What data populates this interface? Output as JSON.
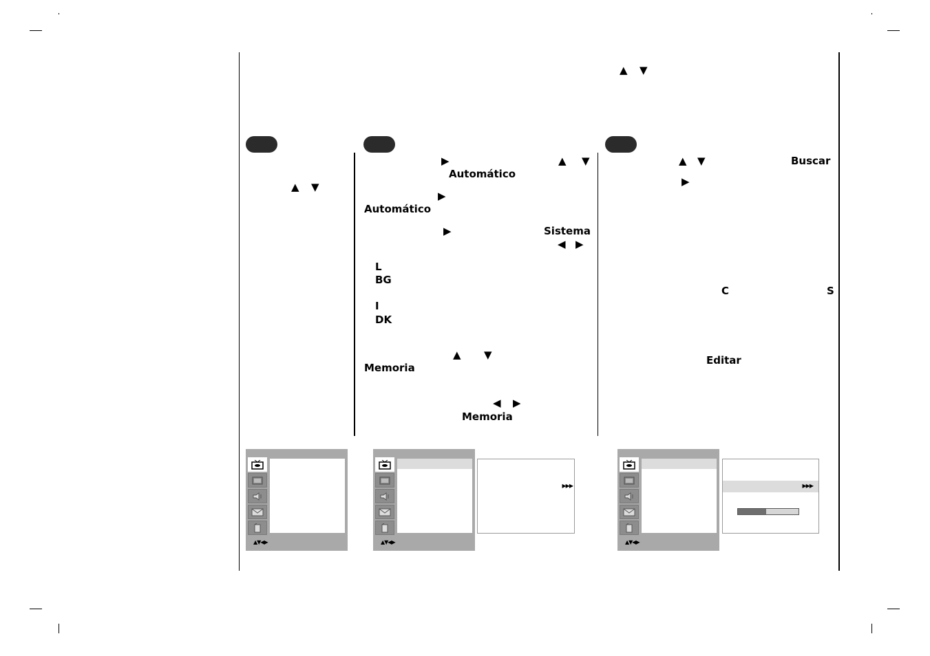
{
  "glyphs": {
    "up": "▲",
    "down": "▼",
    "right": "▶",
    "left": "◀",
    "nav": "▲▼◀▶",
    "more": "▶▶▶"
  },
  "step2": {
    "auto_1": "Automático",
    "auto_2": "Automático",
    "sistema": "Sistema",
    "opt_l": "L",
    "opt_bg": "BG",
    "opt_i": "I",
    "opt_dk": "DK",
    "memoria_1": "Memoria",
    "memoria_2": "Memoria"
  },
  "step3": {
    "buscar": "Buscar",
    "c": "C",
    "s": "S",
    "editar": "Editar"
  },
  "progress": {
    "fraction": 0.47
  },
  "colors": {
    "pill": "#2b2b2b",
    "menu_bg": "#a9a9a9",
    "highlight": "#dcdcdc"
  }
}
